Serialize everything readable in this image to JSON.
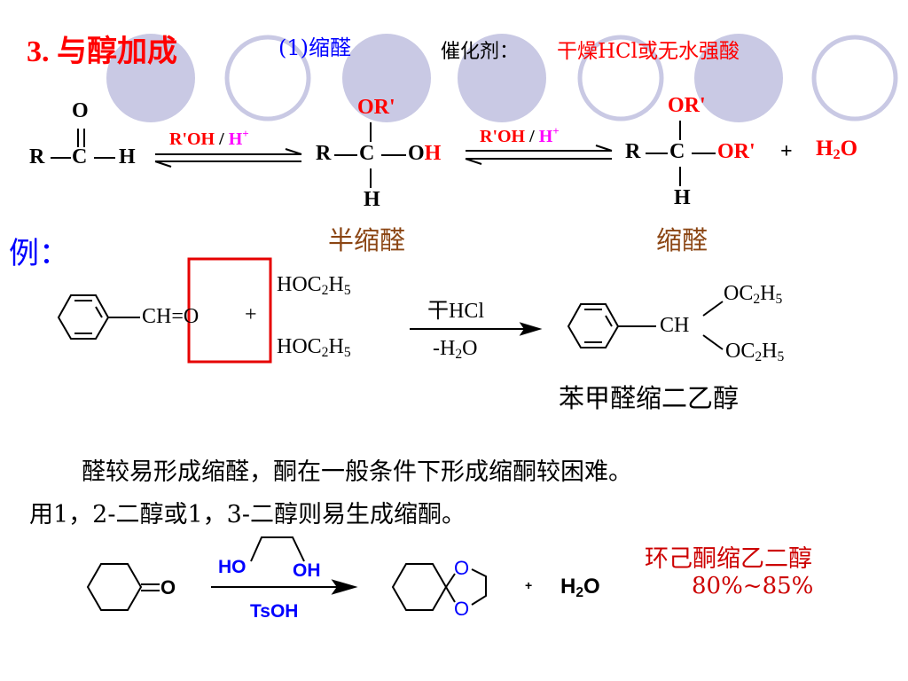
{
  "header": {
    "section_title": "3. 与醇加成",
    "subsection": "(1)缩醛",
    "catalyst_label": "催化剂：",
    "catalyst_value": "干燥HCl或无水强酸"
  },
  "scheme1": {
    "O": "O",
    "R": "R",
    "C": "C",
    "H": "H",
    "reagent_1": "R'OH",
    "reagent_slash": "/",
    "reagent_h": "H",
    "reagent_plus": "+",
    "or_label": "OR'",
    "o_label": "O",
    "h_label": "H",
    "plus": "+",
    "water_h": "H",
    "water_sub": "2",
    "water_o": "O",
    "name_hemiacetal": "半缩醛",
    "name_acetal": "缩醛"
  },
  "example": {
    "label": "例：",
    "reactant": "CH=O",
    "plus": "+",
    "alcohol_a": "HOC",
    "alcohol_b": "H",
    "sub_2": "2",
    "sub_5": "5",
    "cond_top": "干HCl",
    "cond_bottom_a": "-H",
    "cond_bottom_b": "O",
    "product_ch": "CH",
    "product_oc": "OC",
    "product_name": "苯甲醛缩二乙醇"
  },
  "paragraph": {
    "line1": "醛较易形成缩醛，酮在一般条件下形成缩酮较困难。",
    "line2": "用1，2-二醇或1，3-二醇则易生成缩酮。"
  },
  "scheme2": {
    "o_label": "O",
    "ho": "HO",
    "oh": "OH",
    "catalyst": "TsOH",
    "ring_o_top": "O",
    "ring_o_bottom": "O",
    "plus": "+",
    "water_h": "H",
    "water_sub": "2",
    "water_o": "O",
    "product_name": "环己酮缩乙二醇",
    "yield": "80%~85%"
  }
}
